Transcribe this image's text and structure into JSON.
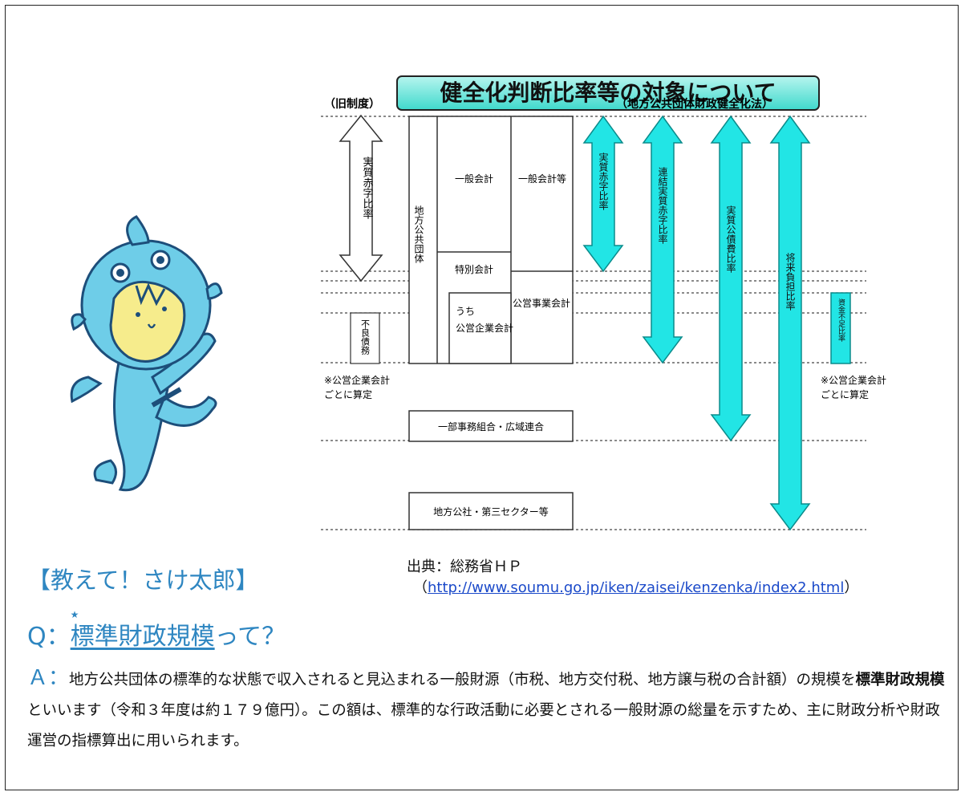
{
  "diagram": {
    "title": "健全化判断比率等の対象について",
    "left_note_top": "（旧制度）",
    "right_note_top": "（地方公共団体財政健全化法）",
    "old_arrow_label": "実質赤字比率",
    "bad_debt_label": "不良債務",
    "entity_label": "地方公共団体",
    "general_account": "一般会計",
    "general_account_etc": "一般会計等",
    "special_account": "特別会計",
    "public_enterprise_account": "公営事業会計",
    "of_which_label": "うち",
    "of_which_enterprise": "公営企業会計",
    "partial_union": "一部事務組合・広域連合",
    "third_sector": "地方公社・第三セクター等",
    "note_left": [
      "※公営企業会計",
      "ごとに算定"
    ],
    "note_right": [
      "※公営企業会計",
      "ごとに算定"
    ],
    "ratio_real_deficit": "実質赤字比率",
    "ratio_consolidated": "連結実質赤字比率",
    "ratio_debt_service": "実質公債費比率",
    "ratio_future_burden": "将来負担比率",
    "ratio_funding_shortfall": "資金不足比率",
    "colors": {
      "arrow_fill": "#22e5e5",
      "arrow_stroke": "#0b8b8b",
      "title_fill": "#6fe8dc",
      "accent_blue": "#2e86c1"
    }
  },
  "mascot": {
    "icon": "sakekun-mascot"
  },
  "heading": "【教えて！さけ太郎】",
  "source": {
    "label": "出典：総務省ＨＰ",
    "open_paren": "（",
    "url": "http://www.soumu.go.jp/iken/zaisei/kenzenka/index2.html",
    "close_paren": "）"
  },
  "question": {
    "prefix": "Q：",
    "term": "標準財政規模",
    "suffix": "って？",
    "star": "★"
  },
  "answer": {
    "mark": "Ａ：",
    "text1": "地方公共団体の標準的な状態で収入されると見込まれる一般財源（市税、地方交付税、地方譲与税の合計額）の規模を",
    "bold": "標準財政規模",
    "text2": "といいます（令和３年度は約１７９億円）。この額は、標準的な行政活動に必要とされる一般財源の総量を示すため、主に財政分析や財政運営の指標算出に用いられます。"
  }
}
